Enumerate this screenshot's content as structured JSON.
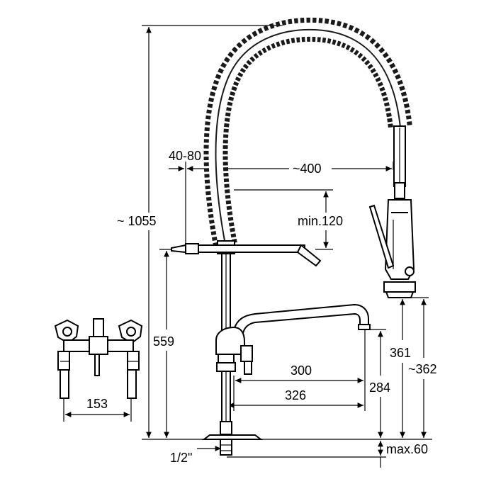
{
  "drawing": {
    "dimensions": {
      "total_height": "~ 1055",
      "shower_reach": "40-80",
      "spring_reach": "~400",
      "min_clearance": "min.120",
      "shower_height": "559",
      "spout_reach_inner": "300",
      "spout_reach_outer": "326",
      "spout_height": "284",
      "head_height_a": "361",
      "head_height_b": "~362",
      "deck_thickness": "max.60",
      "thread": "1/2\"",
      "mixer_centers": "153"
    },
    "colors": {
      "line": "#000000",
      "spring": "#1a1a1a",
      "background": "#ffffff"
    }
  }
}
